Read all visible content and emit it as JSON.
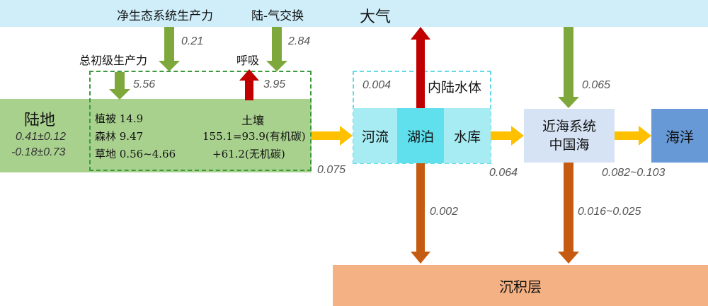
{
  "atmosphere": {
    "label": "大气"
  },
  "top_labels": {
    "nep": "净生态系统生产力",
    "land_air": "陆-气交换",
    "gpp": "总初级生产力",
    "respiration": "呼吸"
  },
  "flux_values": {
    "nep": "0.21",
    "land_air": "2.84",
    "gpp": "5.56",
    "respiration": "3.95",
    "land_to_river": "0.075",
    "inland_to_air": "0.004",
    "inland_sediment": "0.002",
    "reservoir_to_coast": "0.064",
    "air_to_coast": "0.065",
    "coast_to_ocean": "0.082~0.103",
    "coast_sediment": "0.016~0.025"
  },
  "land": {
    "title": "陆地",
    "value1": "0.41±0.12",
    "value2": "-0.18±0.73",
    "vegetation": "植被 14.9",
    "forest": "森林 9.47",
    "grass": "草地 0.56~4.66",
    "soil_title": "土壤",
    "soil_line1": "155.1=93.9(有机碳)",
    "soil_line2": "+61.2(无机碳)"
  },
  "inland_water": {
    "title": "内陆水体",
    "river": "河流",
    "lake": "湖泊",
    "reservoir": "水库"
  },
  "coastal": {
    "line1": "近海系统",
    "line2": "中国海"
  },
  "ocean": {
    "label": "海洋"
  },
  "sediment": {
    "label": "沉积层"
  },
  "colors": {
    "atmosphere": "#cfeefa",
    "land": "#a9d18e",
    "land_dashed": "#3a9a3a",
    "inland_light": "#a6ecf2",
    "lake": "#5fe0ec",
    "inland_dashed": "#66d9e8",
    "coastal": "#d6e3f5",
    "ocean": "#6699d6",
    "sediment": "#f4b183",
    "green_arrow": "#7fa83c",
    "red_arrow": "#c00000",
    "yellow_arrow": "#ffc000",
    "brown_arrow": "#c55a11"
  }
}
